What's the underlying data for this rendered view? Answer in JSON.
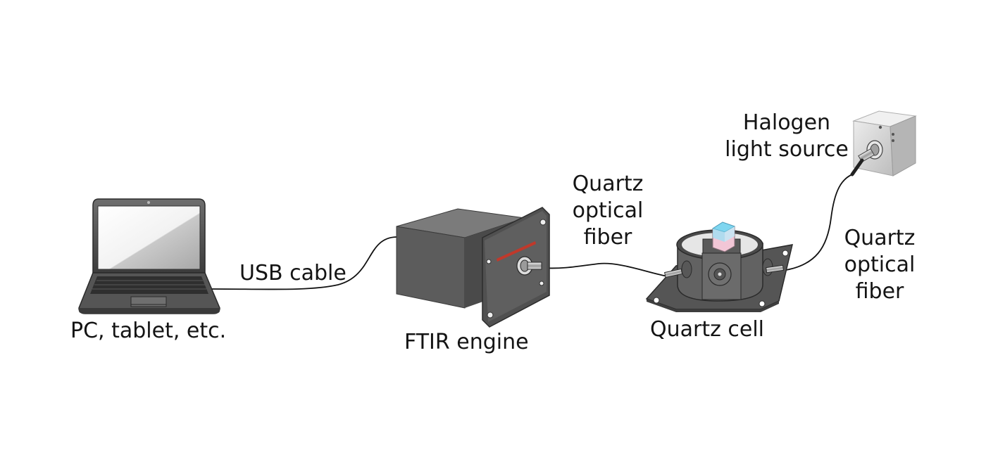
{
  "labels": {
    "pc": "PC, tablet, etc.",
    "usb": "USB cable",
    "ftir": "FTIR engine",
    "fiber1": [
      "Quartz",
      "optical",
      "fiber"
    ],
    "cell": "Quartz cell",
    "fiber2": [
      "Quartz",
      "optical",
      "fiber"
    ],
    "halogen": [
      "Halogen",
      "light source"
    ]
  },
  "colors": {
    "text": "#141414",
    "device_dark": "#4b4b4b",
    "device_mid": "#6a6a6a",
    "device_light": "#8c8c8c",
    "accent_red": "#c0392b",
    "light_source": "#d2d2d2",
    "cuvette_blue": "#7fd6f0",
    "cuvette_pink": "#f2c6d6"
  }
}
